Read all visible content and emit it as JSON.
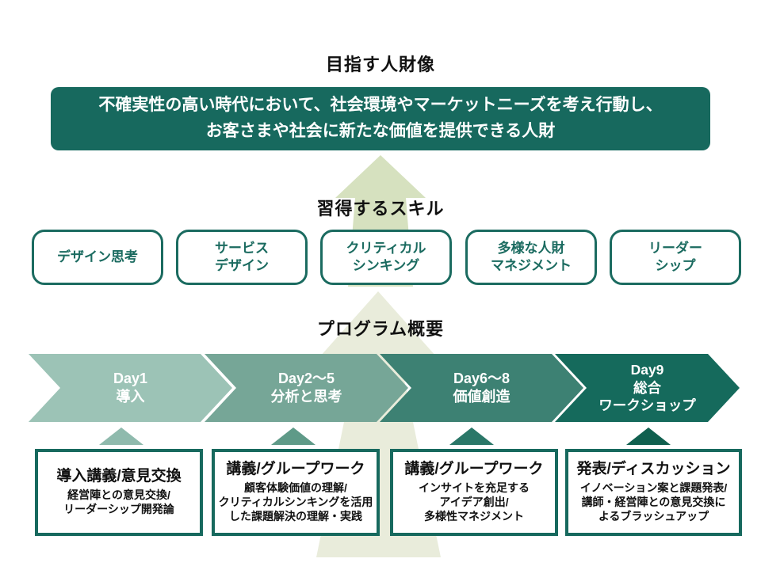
{
  "goal": {
    "heading": "目指す人財像",
    "statement": "不確実性の高い時代において、社会環境やマーケットニーズを考え行動し、\nお客さまや社会に新たな価値を提供できる人財"
  },
  "skills": {
    "heading": "習得するスキル",
    "items": [
      {
        "label": "デザイン思考"
      },
      {
        "label": "サービス\nデザイン"
      },
      {
        "label": "クリティカル\nシンキング"
      },
      {
        "label": "多様な人財\nマネジメント"
      },
      {
        "label": "リーダー\nシップ"
      }
    ]
  },
  "program": {
    "heading": "プログラム概要",
    "phases": [
      {
        "label": "Day1\n導入",
        "color": "#9cc3b6",
        "marker_color": "#8fbaad"
      },
      {
        "label": "Day2〜5\n分析と思考",
        "color": "#76a697",
        "marker_color": "#5f9a88"
      },
      {
        "label": "Day6〜8\n価値創造",
        "color": "#3d8173",
        "marker_color": "#2a7768"
      },
      {
        "label": "Day9\n総合\nワークショップ",
        "color": "#156a5c",
        "marker_color": "#10604f"
      }
    ],
    "details": [
      {
        "title": "導入講義/意見交換",
        "body": "経営陣との意見交換/\nリーダーシップ開発論"
      },
      {
        "title": "講義/グループワーク",
        "body": "顧客体験価値の理解/\nクリティカルシンキングを活用\nした課題解決の理解・実践"
      },
      {
        "title": "講義/グループワーク",
        "body": "インサイトを充足する\nアイデア創出/\n多様性マネジメント"
      },
      {
        "title": "発表/ディスカッション",
        "body": "イノベーション案と課題発表/\n講師・経営陣との意見交換に\nよるブラッシュアップ"
      }
    ]
  },
  "palette": {
    "banner_bg": "#17695e",
    "box_border": "#1b6b60",
    "detail_border": "#17695e",
    "arrow_upper": "#d6e1bf",
    "arrow_lower": "#e9ecdb"
  }
}
